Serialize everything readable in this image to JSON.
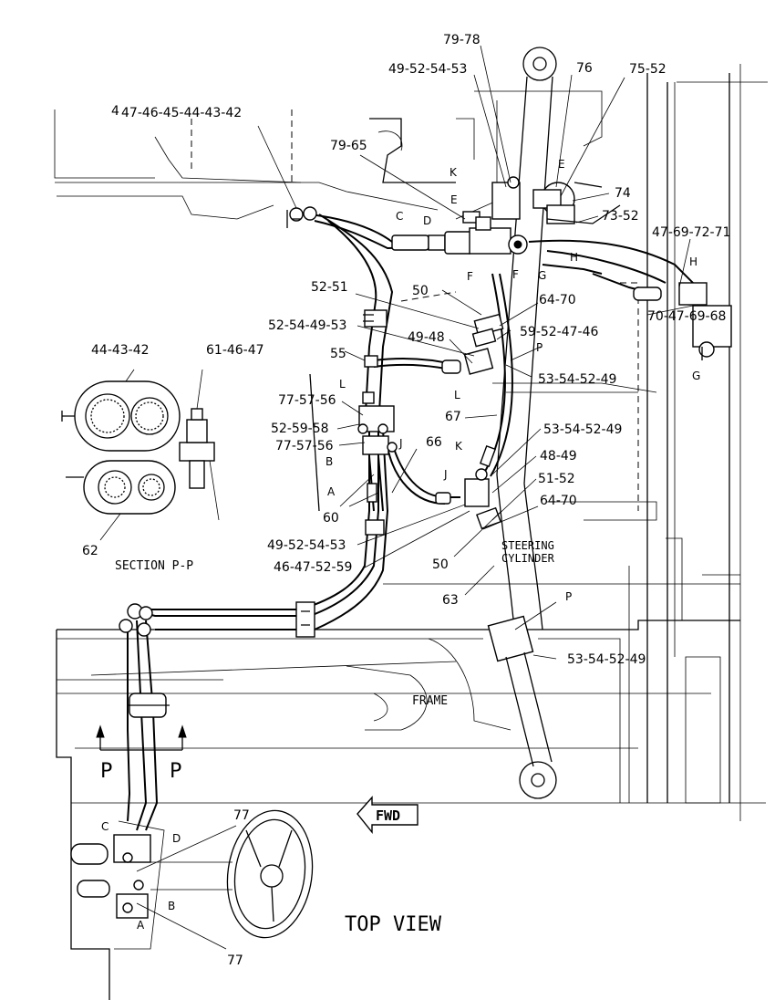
{
  "labels": {
    "l_79_78": "79-78",
    "l_49_52_54_53_top": "49-52-54-53",
    "l_76": "76",
    "l_75_52": "75-52",
    "l_4_prefix": "4",
    "l_47_42": "47-46-45-44-43-42",
    "l_79_65": "79-65",
    "l_74": "74",
    "l_73_52": "73-52",
    "l_47_69_72_71": "47-69-72-71",
    "l_70_47_69_68": "70-47-69-68",
    "l_52_51": "52-51",
    "l_50a": "50",
    "l_64_70a": "64-70",
    "l_59_52_47_46": "59-52-47-46",
    "l_52_54_49_53": "52-54-49-53",
    "l_49_48": "49-48",
    "l_55": "55",
    "l_53_54_52_49a": "53-54-52-49",
    "l_44_43_42": "44-43-42",
    "l_61_46_47": "61-46-47",
    "l_77_57_56a": "77-57-56",
    "l_67": "67",
    "l_52_59_58": "52-59-58",
    "l_53_54_52_49b": "53-54-52-49",
    "l_77_57_56b": "77-57-56",
    "l_66": "66",
    "l_48_49": "48-49",
    "l_51_52": "51-52",
    "l_64_70b": "64-70",
    "l_60": "60",
    "l_49_52_54_53b": "49-52-54-53",
    "l_46_47_52_59": "46-47-52-59",
    "l_50b": "50",
    "l_62": "62",
    "l_63": "63",
    "l_53_54_52_49c": "53-54-52-49",
    "l_77a": "77",
    "l_77b": "77"
  },
  "letters": {
    "k1": "K",
    "e1": "E",
    "e2": "E",
    "c1": "C",
    "d1": "D",
    "f1": "F",
    "f2": "F",
    "g1": "G",
    "h1": "H",
    "h2": "H",
    "g2": "G",
    "p1": "P",
    "l1": "L",
    "l2": "L",
    "j1": "J",
    "j2": "J",
    "b1": "B",
    "a1": "A",
    "k2": "K",
    "p2": "P",
    "c2": "C",
    "d2": "D",
    "b2": "B",
    "a2": "A"
  },
  "captions": {
    "section": "SECTION P-P",
    "steering_1": "STEERING",
    "steering_2": "CYLINDER",
    "frame": "FRAME",
    "fwd": "FWD",
    "top_view": "TOP VIEW",
    "p_left": "P",
    "p_right": "P"
  }
}
